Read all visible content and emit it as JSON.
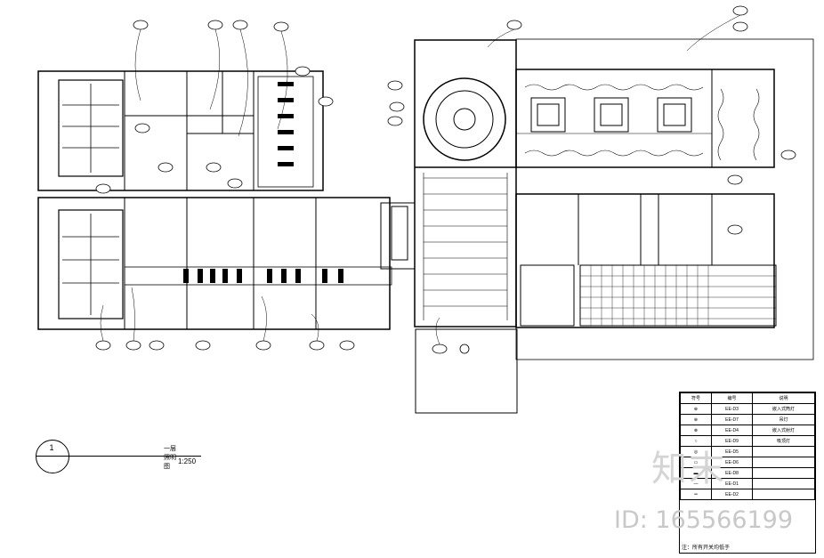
{
  "drawing": {
    "title_number": "1",
    "title": "一层照明图",
    "scale": "1:250"
  },
  "legend": {
    "headers": [
      "符号",
      "编号",
      "说明"
    ],
    "rows": [
      {
        "code": "EE-D3",
        "desc": "嵌入式筒灯"
      },
      {
        "code": "EE-D7",
        "desc": "吊灯"
      },
      {
        "code": "EE-D4",
        "desc": "嵌入式射灯"
      },
      {
        "code": "EE-D9",
        "desc": "吸顶灯"
      },
      {
        "code": "EE-D5",
        "desc": ""
      },
      {
        "code": "EE-D6",
        "desc": ""
      },
      {
        "code": "EE-D8",
        "desc": ""
      },
      {
        "code": "EE-D1",
        "desc": ""
      },
      {
        "code": "EE-D2",
        "desc": ""
      }
    ],
    "note": "注：所有开关均低于"
  },
  "watermark": {
    "brand": "知末",
    "id": "ID: 165566199"
  }
}
